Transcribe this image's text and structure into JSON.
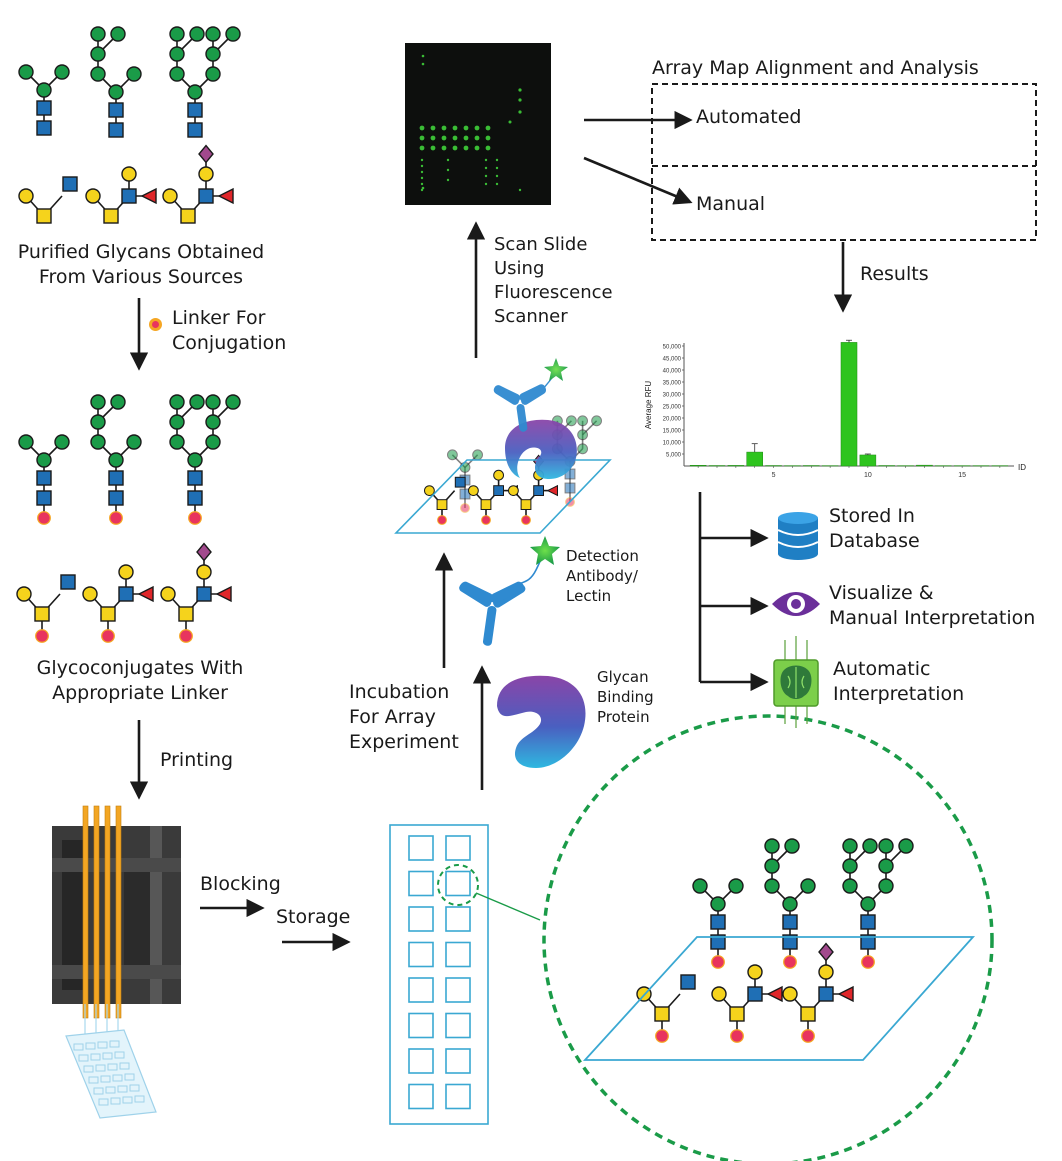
{
  "labels": {
    "purified_glycans": [
      "Purified Glycans Obtained",
      "From Various Sources"
    ],
    "linker": [
      "Linker For",
      "Conjugation"
    ],
    "glycoconjugates": [
      "Glycoconjugates With",
      "Appropriate Linker"
    ],
    "printing": "Printing",
    "blocking": "Blocking",
    "storage": "Storage",
    "incubation": [
      "Incubation",
      "For Array",
      "Experiment"
    ],
    "glycan_binding_protein": [
      "Glycan",
      "Binding",
      "Protein"
    ],
    "detection": [
      "Detection",
      "Antibody/",
      "Lectin"
    ],
    "scan_slide": [
      "Scan Slide",
      "Using",
      "Fluorescence",
      "Scanner"
    ],
    "analysis_title": "Array Map Alignment and Analysis",
    "automated": "Automated",
    "manual": "Manual",
    "results": "Results",
    "outputs": [
      [
        "Stored In",
        "Database"
      ],
      [
        "Visualize &",
        "Manual Interpretation"
      ],
      [
        "Automatic",
        "Interpretation"
      ]
    ]
  },
  "icons": {
    "glycan_symbols": [
      "green-circle",
      "blue-square",
      "yellow-circle",
      "yellow-square",
      "red-triangle",
      "purple-diamond",
      "pink-linker-dot"
    ],
    "outputs": [
      "database-icon",
      "eye-icon",
      "brain-chip-icon"
    ]
  },
  "colors": {
    "mannose": "#1a9b48",
    "glcnac": "#1f6fb5",
    "galactose": "#f5d31c",
    "galnac": "#f5d31c",
    "fucose": "#e0262a",
    "sialic": "#a2498d",
    "linker": "#e8345e",
    "bar": "#2ec41e",
    "array_outline": "#3aa8d2",
    "zoom_circle": "#1a9b48"
  },
  "chart_data": {
    "type": "bar",
    "ylabel": "Average RFU",
    "xlabel": "ID",
    "ylim": [
      0,
      50000
    ],
    "yticks": [
      "5,000",
      "10,000",
      "15,000",
      "20,000",
      "25,000",
      "30,000",
      "35,000",
      "40,000",
      "45,000",
      "50,000"
    ],
    "xticks": [
      "5",
      "10",
      "15"
    ],
    "x": [
      1,
      2,
      3,
      4,
      5,
      6,
      7,
      8,
      9,
      10,
      11,
      12,
      13,
      14,
      15,
      16,
      17
    ],
    "values": [
      300,
      200,
      250,
      5800,
      200,
      150,
      200,
      150,
      51500,
      4600,
      200,
      150,
      350,
      150,
      150,
      150,
      150
    ],
    "errors": [
      0,
      0,
      0,
      3500,
      0,
      0,
      0,
      0,
      900,
      400,
      0,
      0,
      0,
      0,
      0,
      0,
      0
    ]
  }
}
